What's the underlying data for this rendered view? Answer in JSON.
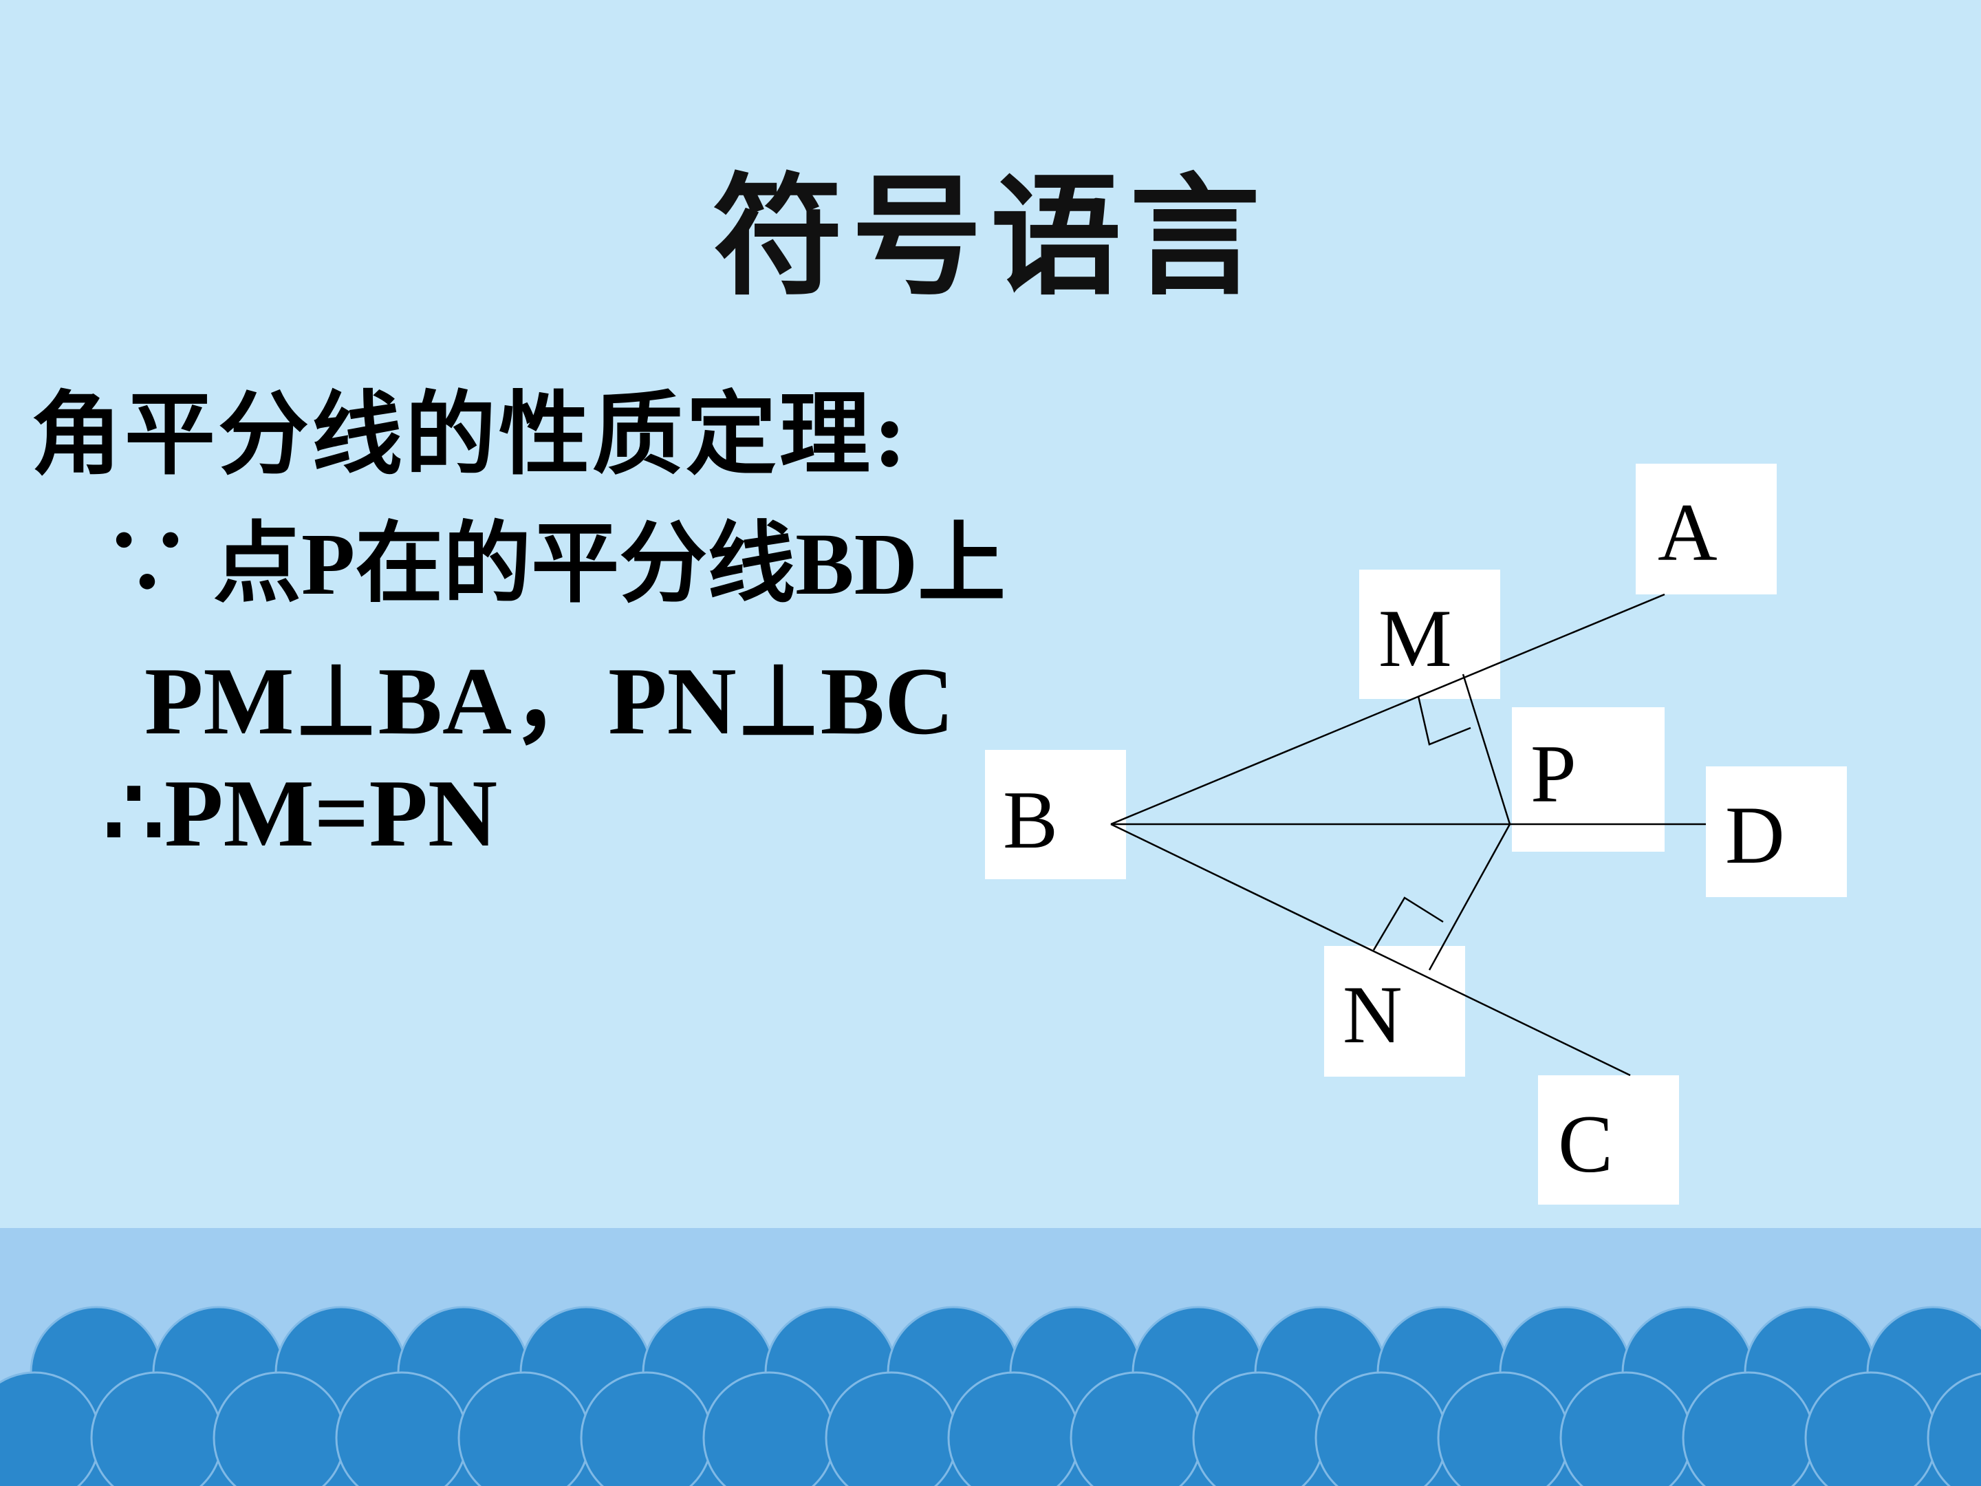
{
  "slide": {
    "title": "符号语言",
    "heading": "角平分线的性质定理:",
    "line1": "∵ 点P在的平分线BD上",
    "line2": "PM⊥BA，PN⊥BC",
    "line3": "∴PM=PN"
  },
  "diagram": {
    "labels": {
      "A": "A",
      "M": "M",
      "P": "P",
      "B": "B",
      "D": "D",
      "N": "N",
      "C": "C"
    }
  },
  "colors": {
    "background": "#c6e7f9",
    "sea": "#a0cdf1",
    "wave": "#2b88cc",
    "label_box": "#ffffff"
  }
}
